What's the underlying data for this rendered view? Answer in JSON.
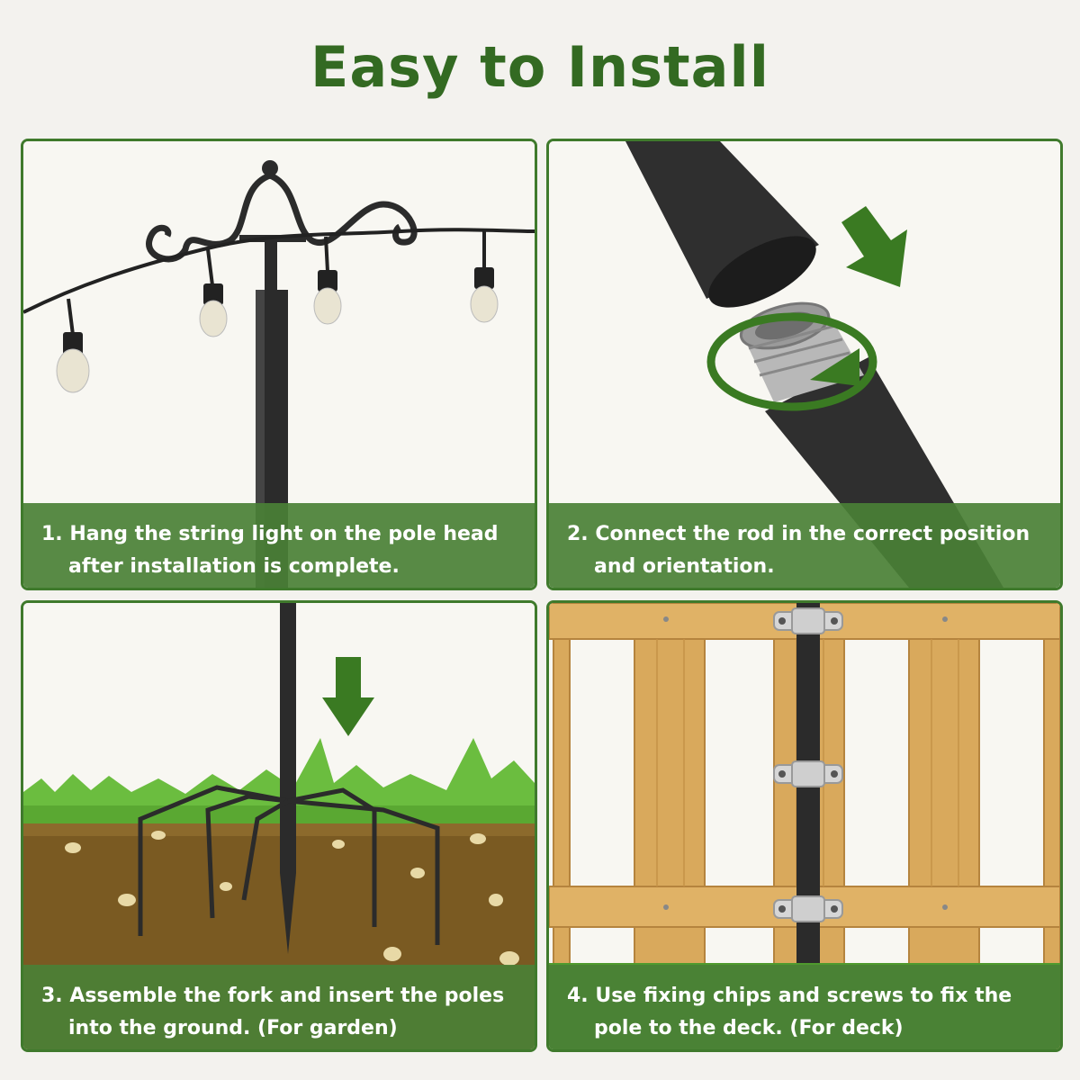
{
  "title": "Easy to Install",
  "steps": [
    {
      "number": "1.",
      "line1": "Hang the string light on the pole head",
      "line2": "after installation is complete."
    },
    {
      "number": "2.",
      "line1": "Connect the rod in the correct position",
      "line2": "and orientation."
    },
    {
      "number": "3.",
      "line1": "Assemble the fork and insert the poles",
      "line2": "into the ground. (For garden)"
    },
    {
      "number": "4.",
      "line1": "Use fixing chips and screws to fix the",
      "line2": "pole to the deck. (For deck)"
    }
  ],
  "colors": {
    "title": "#336a22",
    "caption_bg": "#4a8036",
    "border": "#3f7a2c",
    "arrow": "#3a7a22",
    "pole": "#2b2b2b"
  },
  "icons": [
    "down-arrow-icon",
    "rotate-arrow-icon"
  ]
}
